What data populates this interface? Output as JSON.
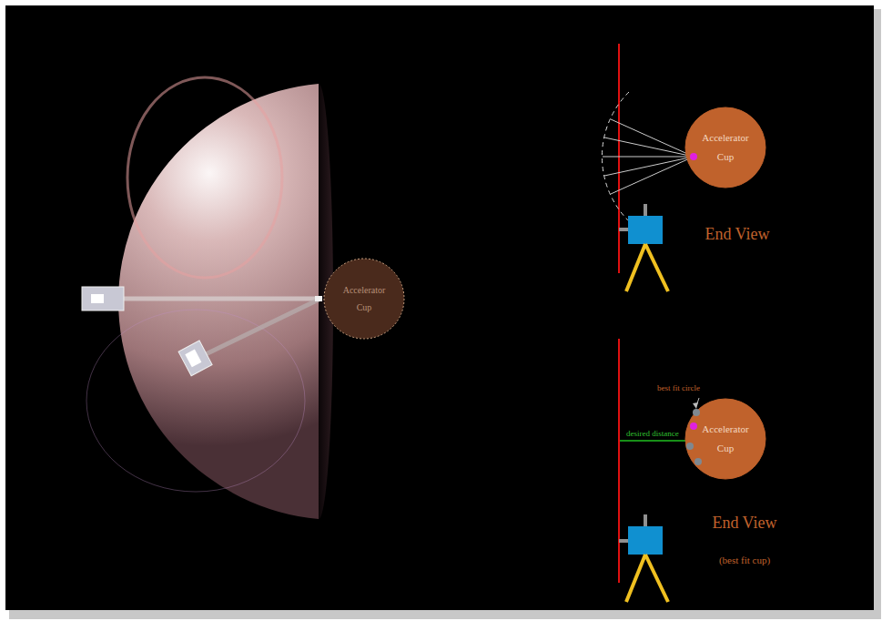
{
  "diagram": {
    "nodes": [
      {
        "text": [
          "Accelerator Cup"
        ]
      },
      {
        "text": [
          "Accelerator Cup"
        ]
      },
      {
        "text": [
          "Accelerator Cup"
        ]
      }
    ],
    "labels": [
      "End View",
      "best fit circle",
      "desired distance",
      "End View",
      "(best fit cup)"
    ]
  }
}
